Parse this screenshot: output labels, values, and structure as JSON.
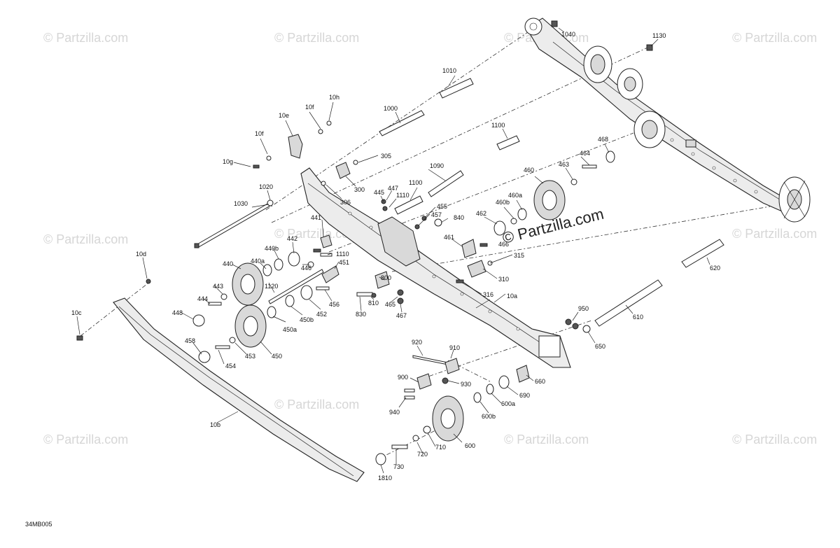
{
  "diagram": {
    "code": "34MB005",
    "watermark_main": "© Partzilla.com",
    "watermark_repeat": "© Partzilla.com",
    "labels": {
      "l1040": "1040",
      "l1130": "1130",
      "l1010": "1010",
      "l1000": "1000",
      "l1100a": "1100",
      "l10h": "10h",
      "l10f_top": "10f",
      "l10e": "10e",
      "l10f": "10f",
      "l10g": "10g",
      "l305": "305",
      "l300": "300",
      "l306": "306",
      "l1020": "1020",
      "l1030": "1030",
      "l1090": "1090",
      "l1100b": "1100",
      "l445": "445",
      "l447": "447",
      "l1110a": "1110",
      "l455": "455",
      "l457": "457",
      "l840": "840",
      "l468": "468",
      "l464": "464",
      "l463": "463",
      "l460": "460",
      "l460a": "460a",
      "l460b": "460b",
      "l462": "462",
      "l461": "461",
      "l466": "466",
      "l315": "315",
      "l310": "310",
      "l316": "316",
      "l441": "441",
      "l442": "442",
      "l440b": "440b",
      "l446": "446",
      "l1110b": "1110",
      "l451": "451",
      "l440": "440",
      "l440a": "440a",
      "l1120": "1120",
      "l800": "800",
      "l443": "443",
      "l444": "444",
      "l448": "448",
      "l456": "456",
      "l452": "452",
      "l450b": "450b",
      "l450a": "450a",
      "l810": "810",
      "l465": "465",
      "l830": "830",
      "l467": "467",
      "l10a": "10a",
      "l10d": "10d",
      "l10c": "10c",
      "l620": "620",
      "l950": "950",
      "l610": "610",
      "l650": "650",
      "l458": "458",
      "l454": "454",
      "l453": "453",
      "l450": "450",
      "l920": "920",
      "l910": "910",
      "l900": "900",
      "l930": "930",
      "l660": "660",
      "l690": "690",
      "l600a": "600a",
      "l940": "940",
      "l600b": "600b",
      "l10b": "10b",
      "l710": "710",
      "l720": "720",
      "l600": "600",
      "l730": "730",
      "l1810": "1810"
    }
  }
}
